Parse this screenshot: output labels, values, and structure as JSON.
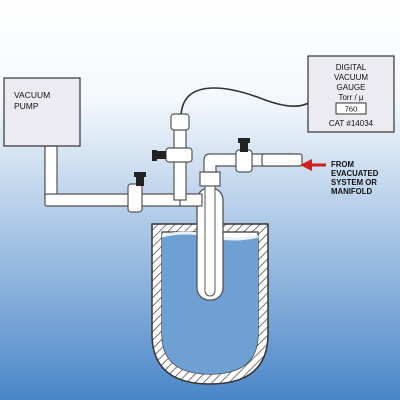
{
  "vacuum_pump": {
    "lines": [
      "VACUUM",
      "PUMP"
    ]
  },
  "gauge": {
    "lines": [
      "DIGITAL",
      "VACUUM",
      "GAUGE",
      "Torr / µ"
    ],
    "reading": "760",
    "catalog": "CAT #14034"
  },
  "source_label": {
    "lines": [
      "FROM",
      "EVACUATED",
      "SYSTEM OR",
      "MANIFOLD"
    ]
  },
  "colors": {
    "background_top": "#ffffff",
    "background_bottom": "#4a86c8",
    "box_fill": "#ecebf2",
    "glass": "#ffffff",
    "glass_stroke": "#555555",
    "bath_liquid": "#6fa0d4",
    "arrow": "#cc1f1f",
    "knob": "#222222"
  },
  "icons": [
    "stopcock-valve-icon",
    "arrow-left-icon",
    "dewar-flask-icon",
    "cold-trap-icon"
  ]
}
